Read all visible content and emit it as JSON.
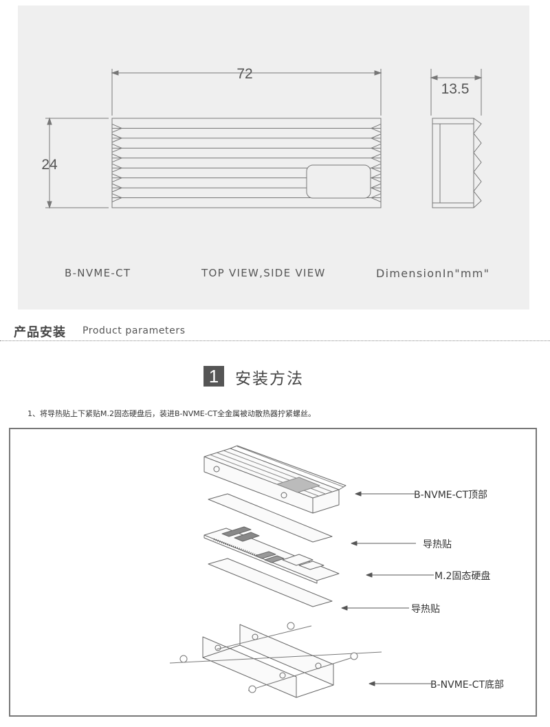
{
  "dimensions": {
    "length": "72",
    "height": "13.5",
    "width": "24",
    "captions": {
      "model": "B-NVME-CT",
      "views": "TOP VIEW,SIDE VIEW",
      "unit": "DimensionIn\"mm\""
    }
  },
  "section": {
    "title": "产品安装",
    "subtitle": "Product parameters"
  },
  "step": {
    "number": "1",
    "title": "安装方法"
  },
  "instruction": "1、将导热贴上下紧贴M.2固态硬盘后，装进B-NVME-CT全金属被动散热器拧紧螺丝。",
  "parts": [
    {
      "label": "B-NVME-CT顶部"
    },
    {
      "label": "导热贴"
    },
    {
      "label": "M.2固态硬盘"
    },
    {
      "label": "导热贴"
    },
    {
      "label": "B-NVME-CT底部"
    }
  ],
  "colors": {
    "panel_bg": "#efefef",
    "line": "#555555",
    "badge": "#555555",
    "frame": "#777777"
  }
}
